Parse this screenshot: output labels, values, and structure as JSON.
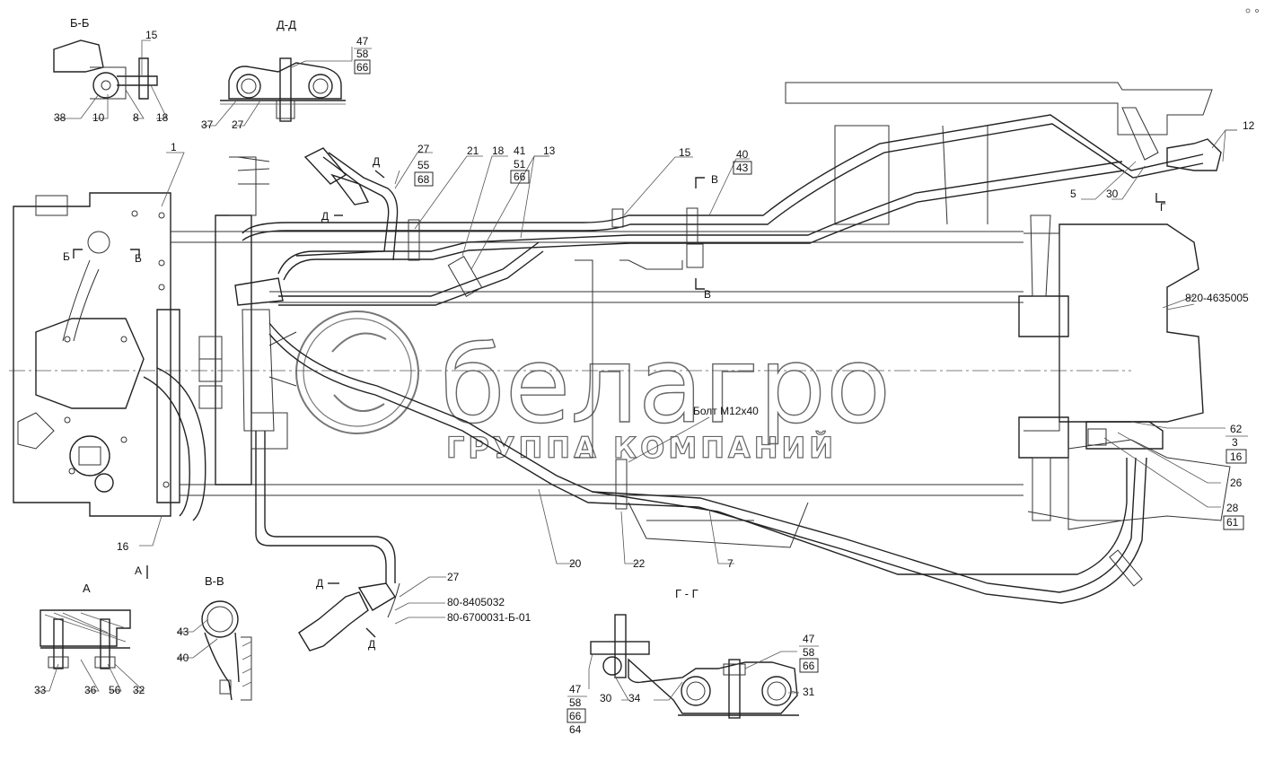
{
  "watermark": {
    "brand": "белагро",
    "tagline": "ГРУППА КОМПАНИЙ"
  },
  "sections": {
    "bb": "Б-Б",
    "dd": "Д-Д",
    "aa": "А",
    "vv": "В-В",
    "gg": "Г - Г",
    "a_mark": "А",
    "b_mark": "Б",
    "v_mark": "В",
    "g_mark": "Г",
    "d_mark": "Д"
  },
  "labels": {
    "n1": "1",
    "n5": "5",
    "n7": "7",
    "n8": "8",
    "n10": "10",
    "n12": "12",
    "n13": "13",
    "n15": "15",
    "n16": "16",
    "n18": "18",
    "n20": "20",
    "n21": "21",
    "n22": "22",
    "n26": "26",
    "n27": "27",
    "n28": "28",
    "n30": "30",
    "n31": "31",
    "n32": "32",
    "n33": "33",
    "n34": "34",
    "n36": "36",
    "n37": "37",
    "n38": "38",
    "n40": "40",
    "n41": "41",
    "n43": "43",
    "n47": "47",
    "n51": "51",
    "n55": "55",
    "n56": "56",
    "n58": "58",
    "n61": "61",
    "n62": "62",
    "n64": "64",
    "n66": "66",
    "n68": "68",
    "n3": "3"
  },
  "parts": {
    "part_a": "820-4635005",
    "part_b": "80-8405032",
    "part_c": "80-6700031-Б-01",
    "bolt": "Болт М12х40"
  }
}
